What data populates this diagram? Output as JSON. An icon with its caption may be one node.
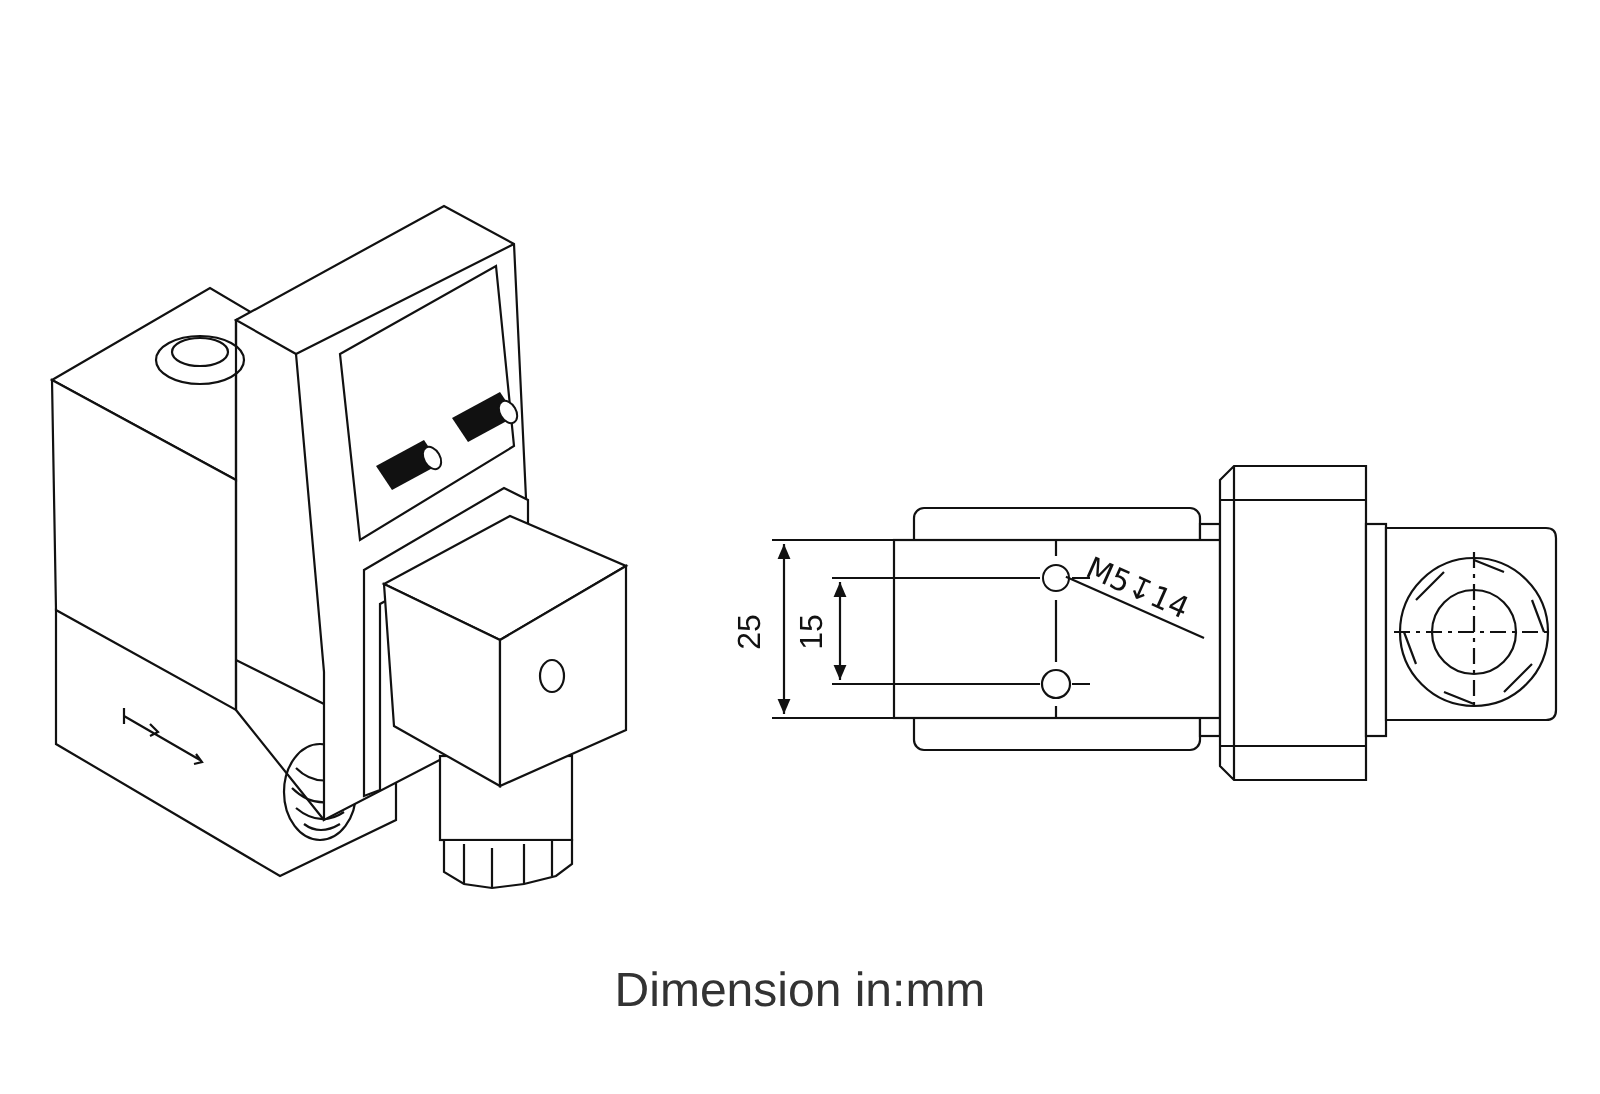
{
  "diagram": {
    "caption": "Dimension in:mm",
    "nodes": [
      {
        "text": [
          "M5↧14"
        ]
      },
      {
        "text": [],
        "shape": "circle"
      }
    ],
    "edges": [
      {
        "from": 0,
        "to": 1,
        "arrow": "none"
      }
    ],
    "labels": [
      "25",
      "15"
    ]
  }
}
